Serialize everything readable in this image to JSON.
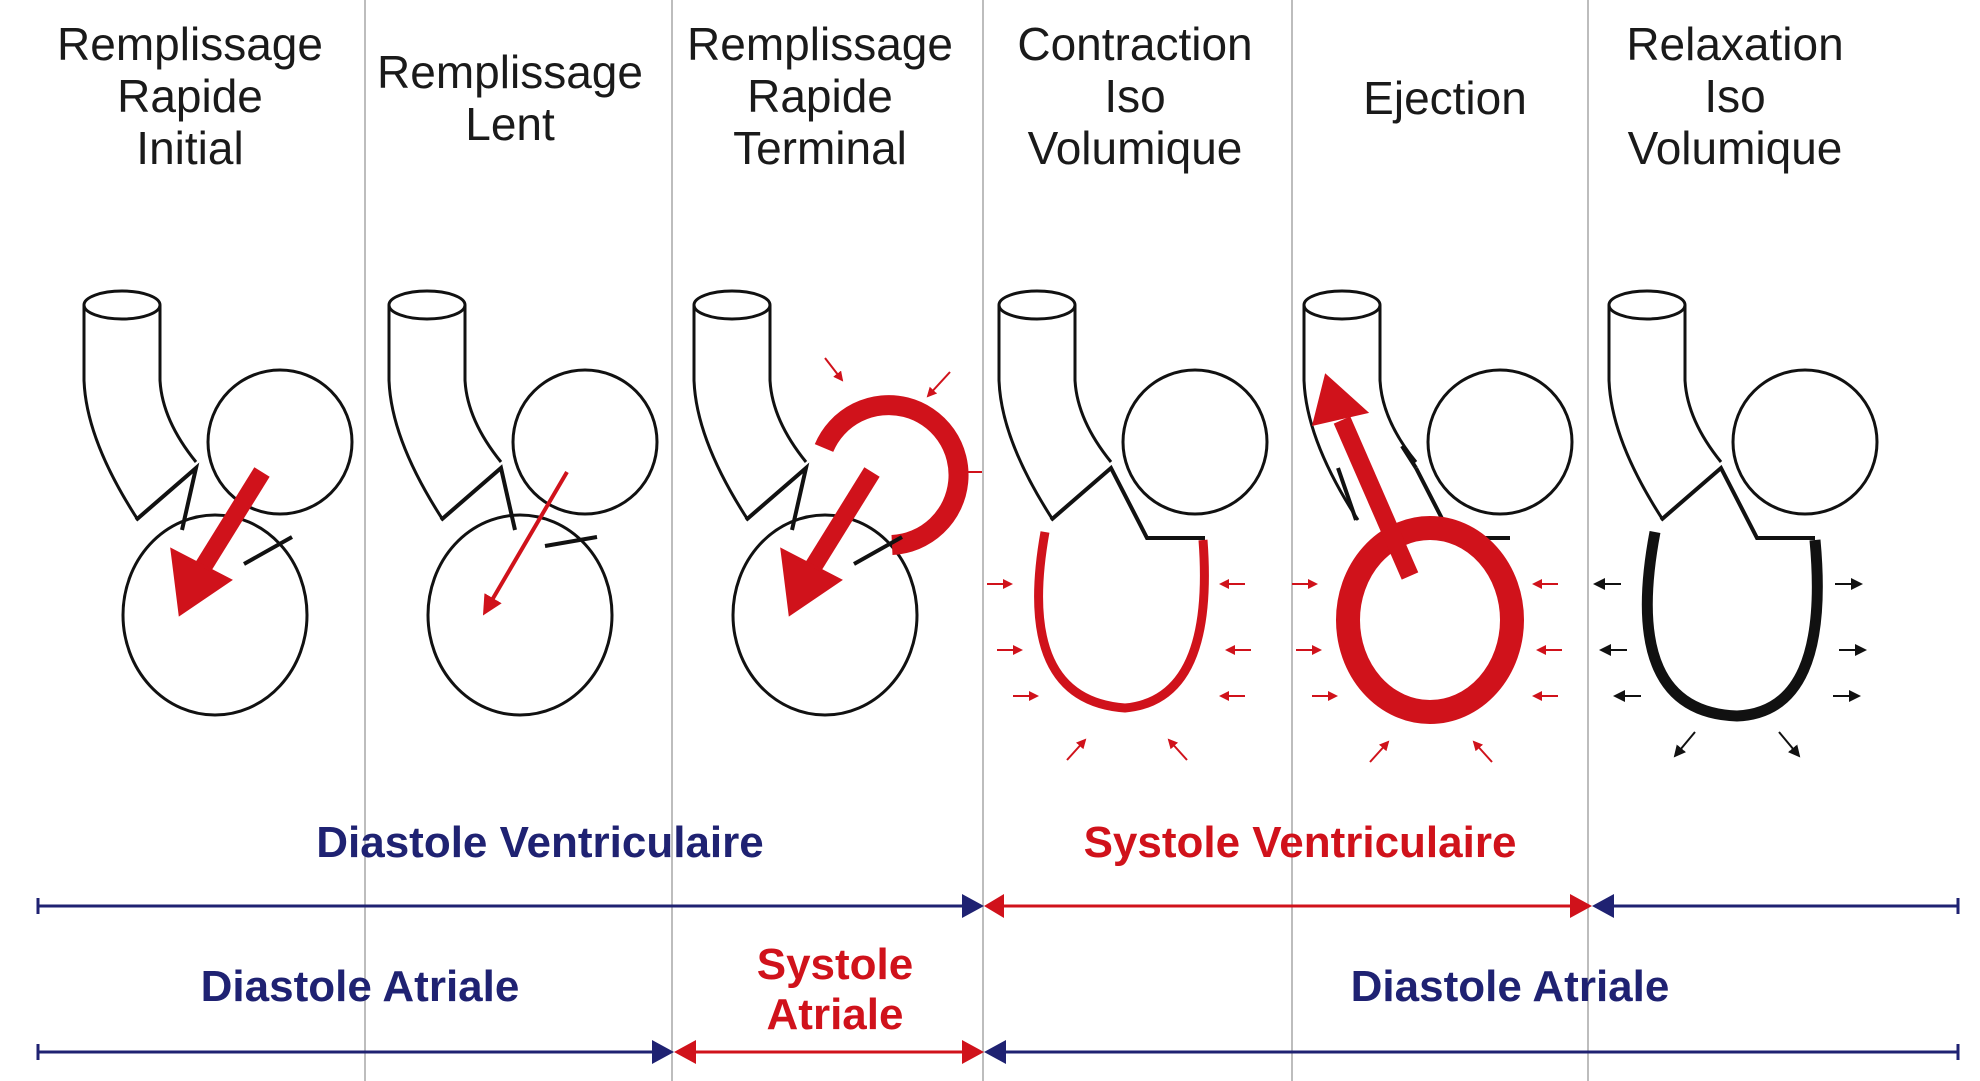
{
  "phases": [
    {
      "id": "remplissage-rapide-initial",
      "title": "Remplissage\nRapide\nInitial"
    },
    {
      "id": "remplissage-lent",
      "title": "Remplissage\nLent"
    },
    {
      "id": "remplissage-rapide-terminal",
      "title": "Remplissage\nRapide\nTerminal"
    },
    {
      "id": "contraction-iso-volumique",
      "title": "Contraction\nIso\nVolumique"
    },
    {
      "id": "ejection",
      "title": "Ejection"
    },
    {
      "id": "relaxation-iso-volumique",
      "title": "Relaxation\nIso\nVolumique"
    }
  ],
  "ventricular": {
    "diastole_label": "Diastole Ventriculaire",
    "systole_label": "Systole Ventriculaire"
  },
  "atrial": {
    "diastole_label_left": "Diastole Atriale",
    "systole_label": "Systole\nAtriale",
    "diastole_label_right": "Diastole Atriale"
  },
  "colors": {
    "diastole": "#1f2272",
    "systole": "#d0121b",
    "outline": "#111111",
    "divider": "#bdbdbd"
  }
}
